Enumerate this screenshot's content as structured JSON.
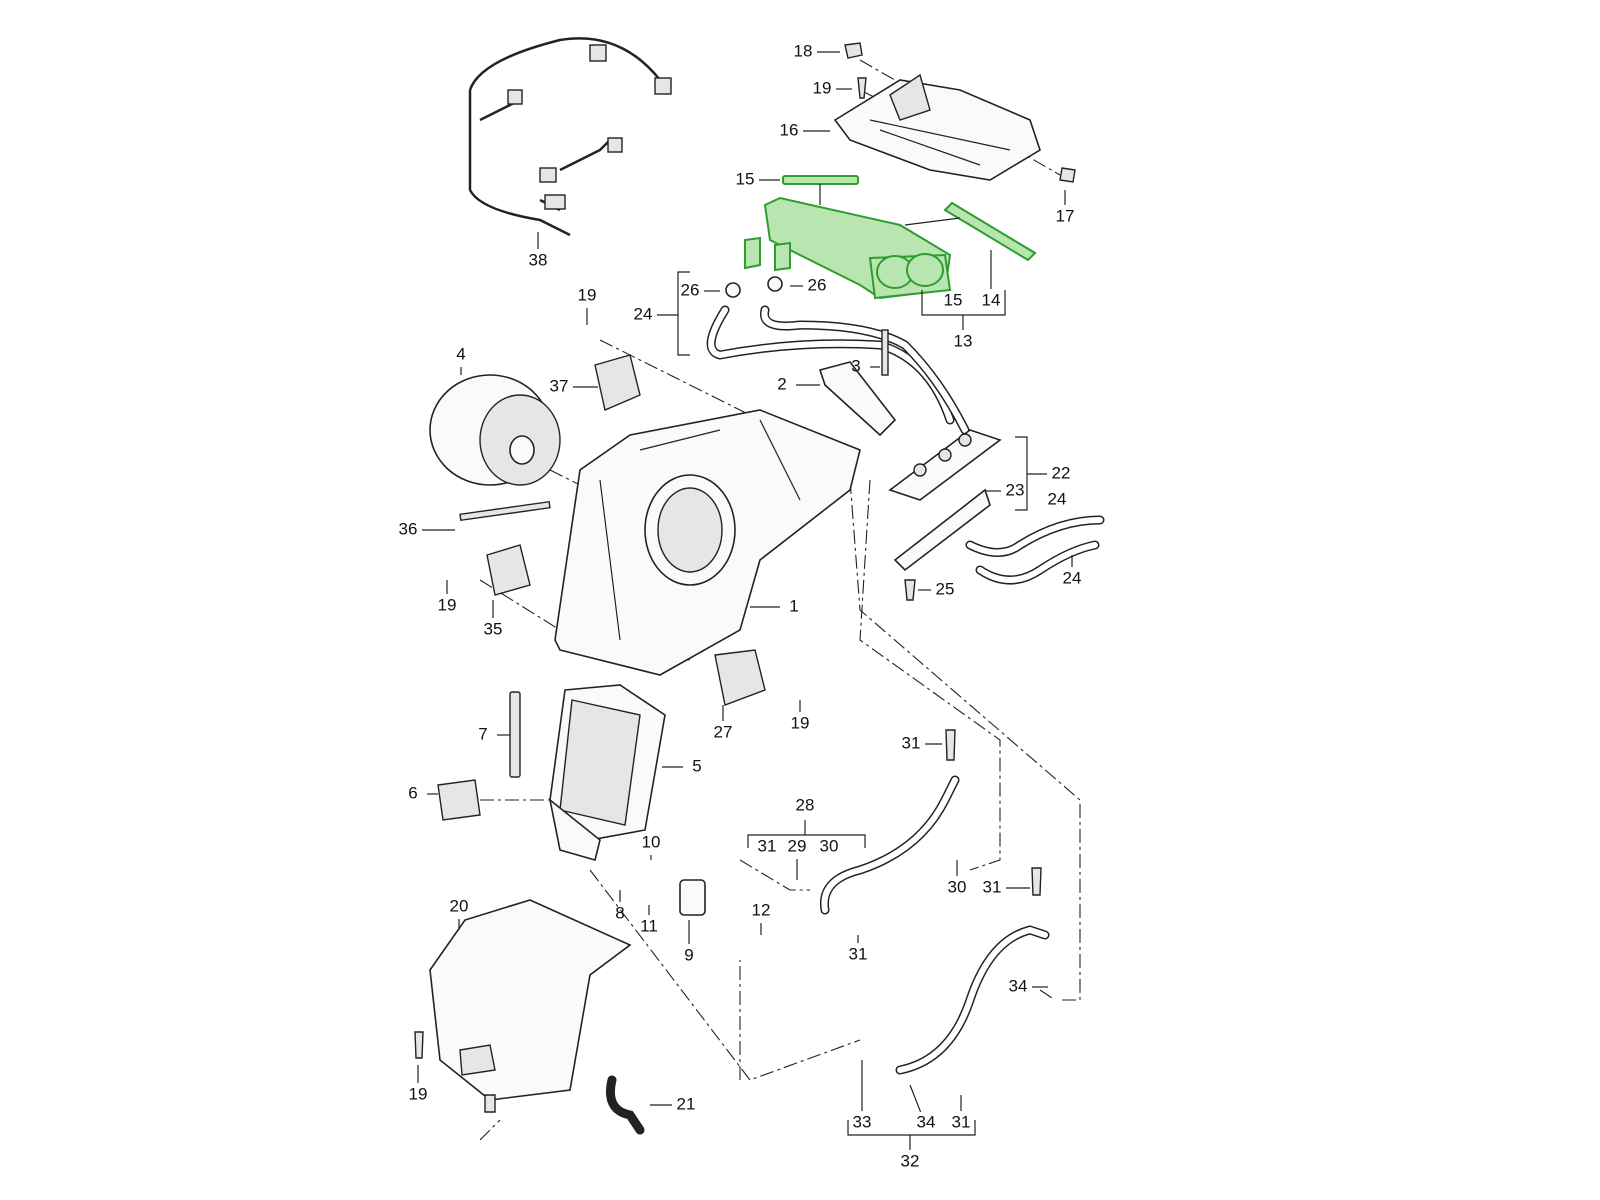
{
  "diagram": {
    "title": "Rear air conditioning unit – exploded parts view",
    "highlight_color": "#2e9c2e",
    "callouts": [
      "18",
      "19",
      "16",
      "17",
      "15",
      "38",
      "26",
      "26",
      "24",
      "15",
      "14",
      "13",
      "19",
      "4",
      "3",
      "2",
      "37",
      "22",
      "23",
      "24",
      "24",
      "36",
      "25",
      "19",
      "1",
      "35",
      "27",
      "19",
      "7",
      "5",
      "31",
      "6",
      "28",
      "31",
      "29",
      "30",
      "10",
      "30",
      "31",
      "8",
      "11",
      "12",
      "9",
      "31",
      "20",
      "34",
      "19",
      "21",
      "33",
      "34",
      "31",
      "32"
    ]
  }
}
